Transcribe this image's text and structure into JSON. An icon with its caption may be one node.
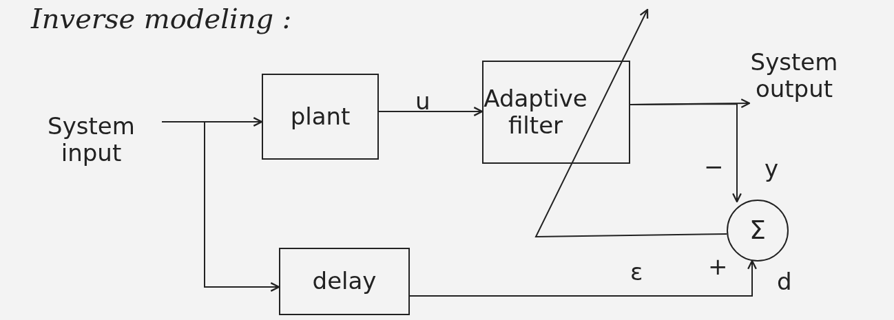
{
  "diagram": {
    "title": "Inverse modeling :",
    "nodes": [
      {
        "text": [
          "System input"
        ]
      },
      {
        "text": [
          "plant"
        ]
      },
      {
        "text": [
          "Adaptive filter"
        ]
      },
      {
        "text": [
          "delay"
        ]
      },
      {
        "text": [
          "Σ"
        ]
      },
      {
        "text": [
          "System output"
        ]
      }
    ],
    "edges": [
      {
        "from": 0,
        "to": 1,
        "arrow": "to"
      },
      {
        "from": 0,
        "to": 3,
        "arrow": "to"
      },
      {
        "from": 1,
        "to": 2,
        "arrow": "to",
        "label": "u"
      },
      {
        "from": 2,
        "to": 5,
        "arrow": "to"
      },
      {
        "from": 2,
        "to": 4,
        "arrow": "to",
        "label": "y"
      },
      {
        "from": 3,
        "to": 4,
        "arrow": "to",
        "label": "d"
      },
      {
        "from": 4,
        "to": 2,
        "arrow": "to",
        "label": "ε"
      }
    ],
    "labels": [
      "−",
      "+"
    ]
  }
}
